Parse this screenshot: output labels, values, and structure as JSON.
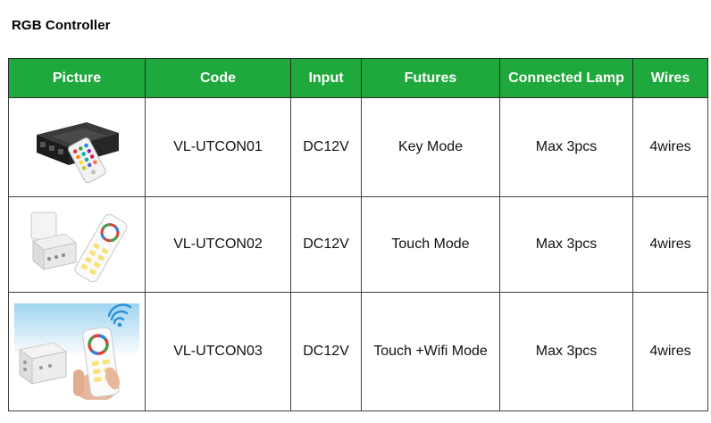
{
  "heading": "RGB Controller",
  "table": {
    "headers": [
      "Picture",
      "Code",
      "Input",
      "Futures",
      "Connected Lamp",
      "Wires"
    ],
    "rows": [
      {
        "picture": "RGB controller box with IR remote",
        "code": "VL-UTCON01",
        "input": "DC12V",
        "futures": "Key Mode",
        "lamp": "Max 3pcs",
        "wires": "4wires"
      },
      {
        "picture": "RF controller with touch color-wheel remote",
        "code": "VL-UTCON02",
        "input": "DC12V",
        "futures": "Touch Mode",
        "lamp": "Max 3pcs",
        "wires": "4wires"
      },
      {
        "picture": "WiFi controller with touch remote in hand",
        "code": "VL-UTCON03",
        "input": "DC12V",
        "futures": "Touch +Wifi Mode",
        "lamp": "Max 3pcs",
        "wires": "4wires"
      }
    ]
  }
}
